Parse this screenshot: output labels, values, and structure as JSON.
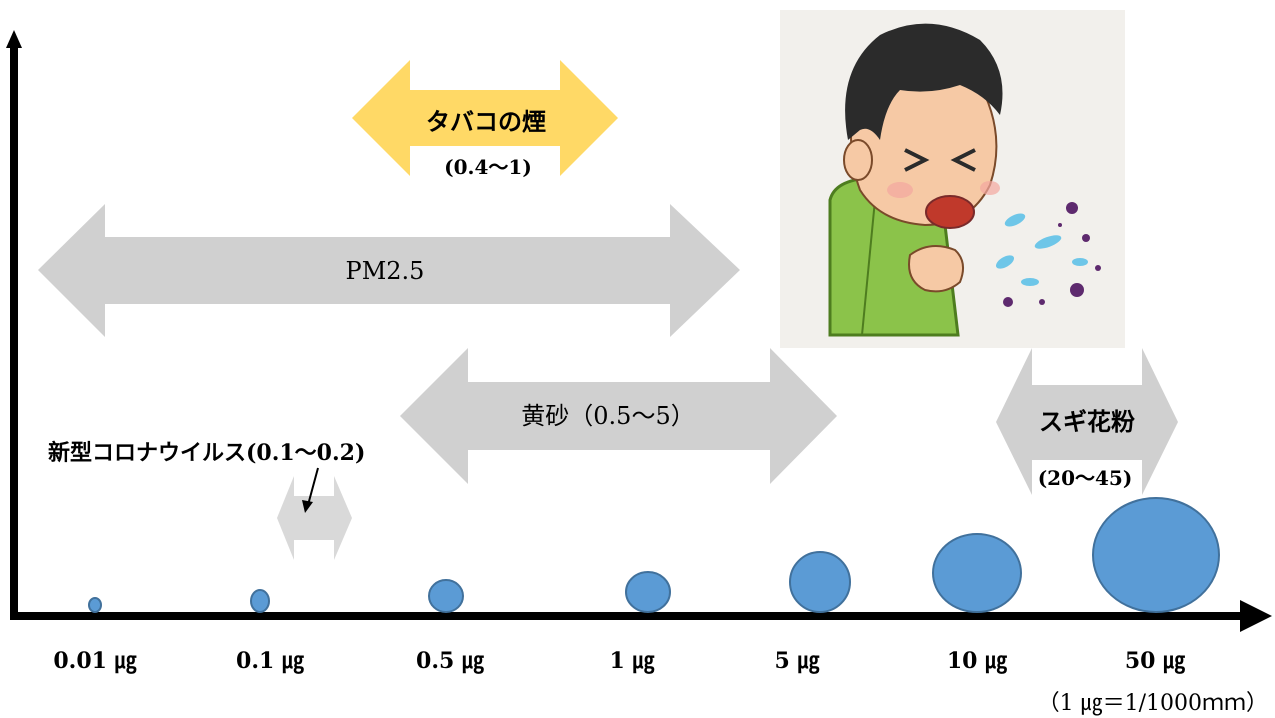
{
  "axis": {
    "ticks": [
      "0.01 ㎍",
      "0.1 ㎍",
      "0.5 ㎍",
      "1 ㎍",
      "5 ㎍",
      "10 ㎍",
      "50 ㎍"
    ],
    "unit_note": "（1 ㎍＝1/1000ｍｍ）"
  },
  "particles": {
    "sizes_um": [
      0.01,
      0.1,
      0.5,
      1,
      5,
      10,
      50
    ],
    "color": "#5b9bd5"
  },
  "bands": {
    "tobacco": {
      "label": "タバコの煙",
      "range": "(0.4～1)",
      "color": "#ffd966"
    },
    "pm25": {
      "label": "PM2.5",
      "color": "#d0d0d0"
    },
    "dust": {
      "label": "黄砂（0.5～5）",
      "color": "#d0d0d0"
    },
    "pollen": {
      "label": "スギ花粉",
      "range": "(20～45)",
      "color": "#d0d0d0"
    },
    "corona": {
      "label": "新型コロナウイルス(0.1～0.2)",
      "color": "#d9d9d9"
    }
  },
  "illustration": {
    "icon": "coughing-boy-icon"
  }
}
